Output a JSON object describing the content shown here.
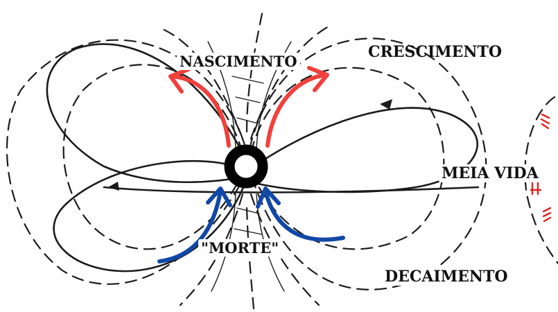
{
  "labels": {
    "nascimento": "NASCIMENTO",
    "crescimento": "CRESCIMENTO",
    "meia_vida": "MEIA VIDA",
    "morte": "\"MORTE\"",
    "decaimento": "DECAIMENTO"
  },
  "colors": {
    "ink": "#1a1a1a",
    "birth_arrows": "#f0403b",
    "death_arrows": "#1147a6",
    "edge_marks": "#e0201c",
    "center_ring": "#000000"
  }
}
